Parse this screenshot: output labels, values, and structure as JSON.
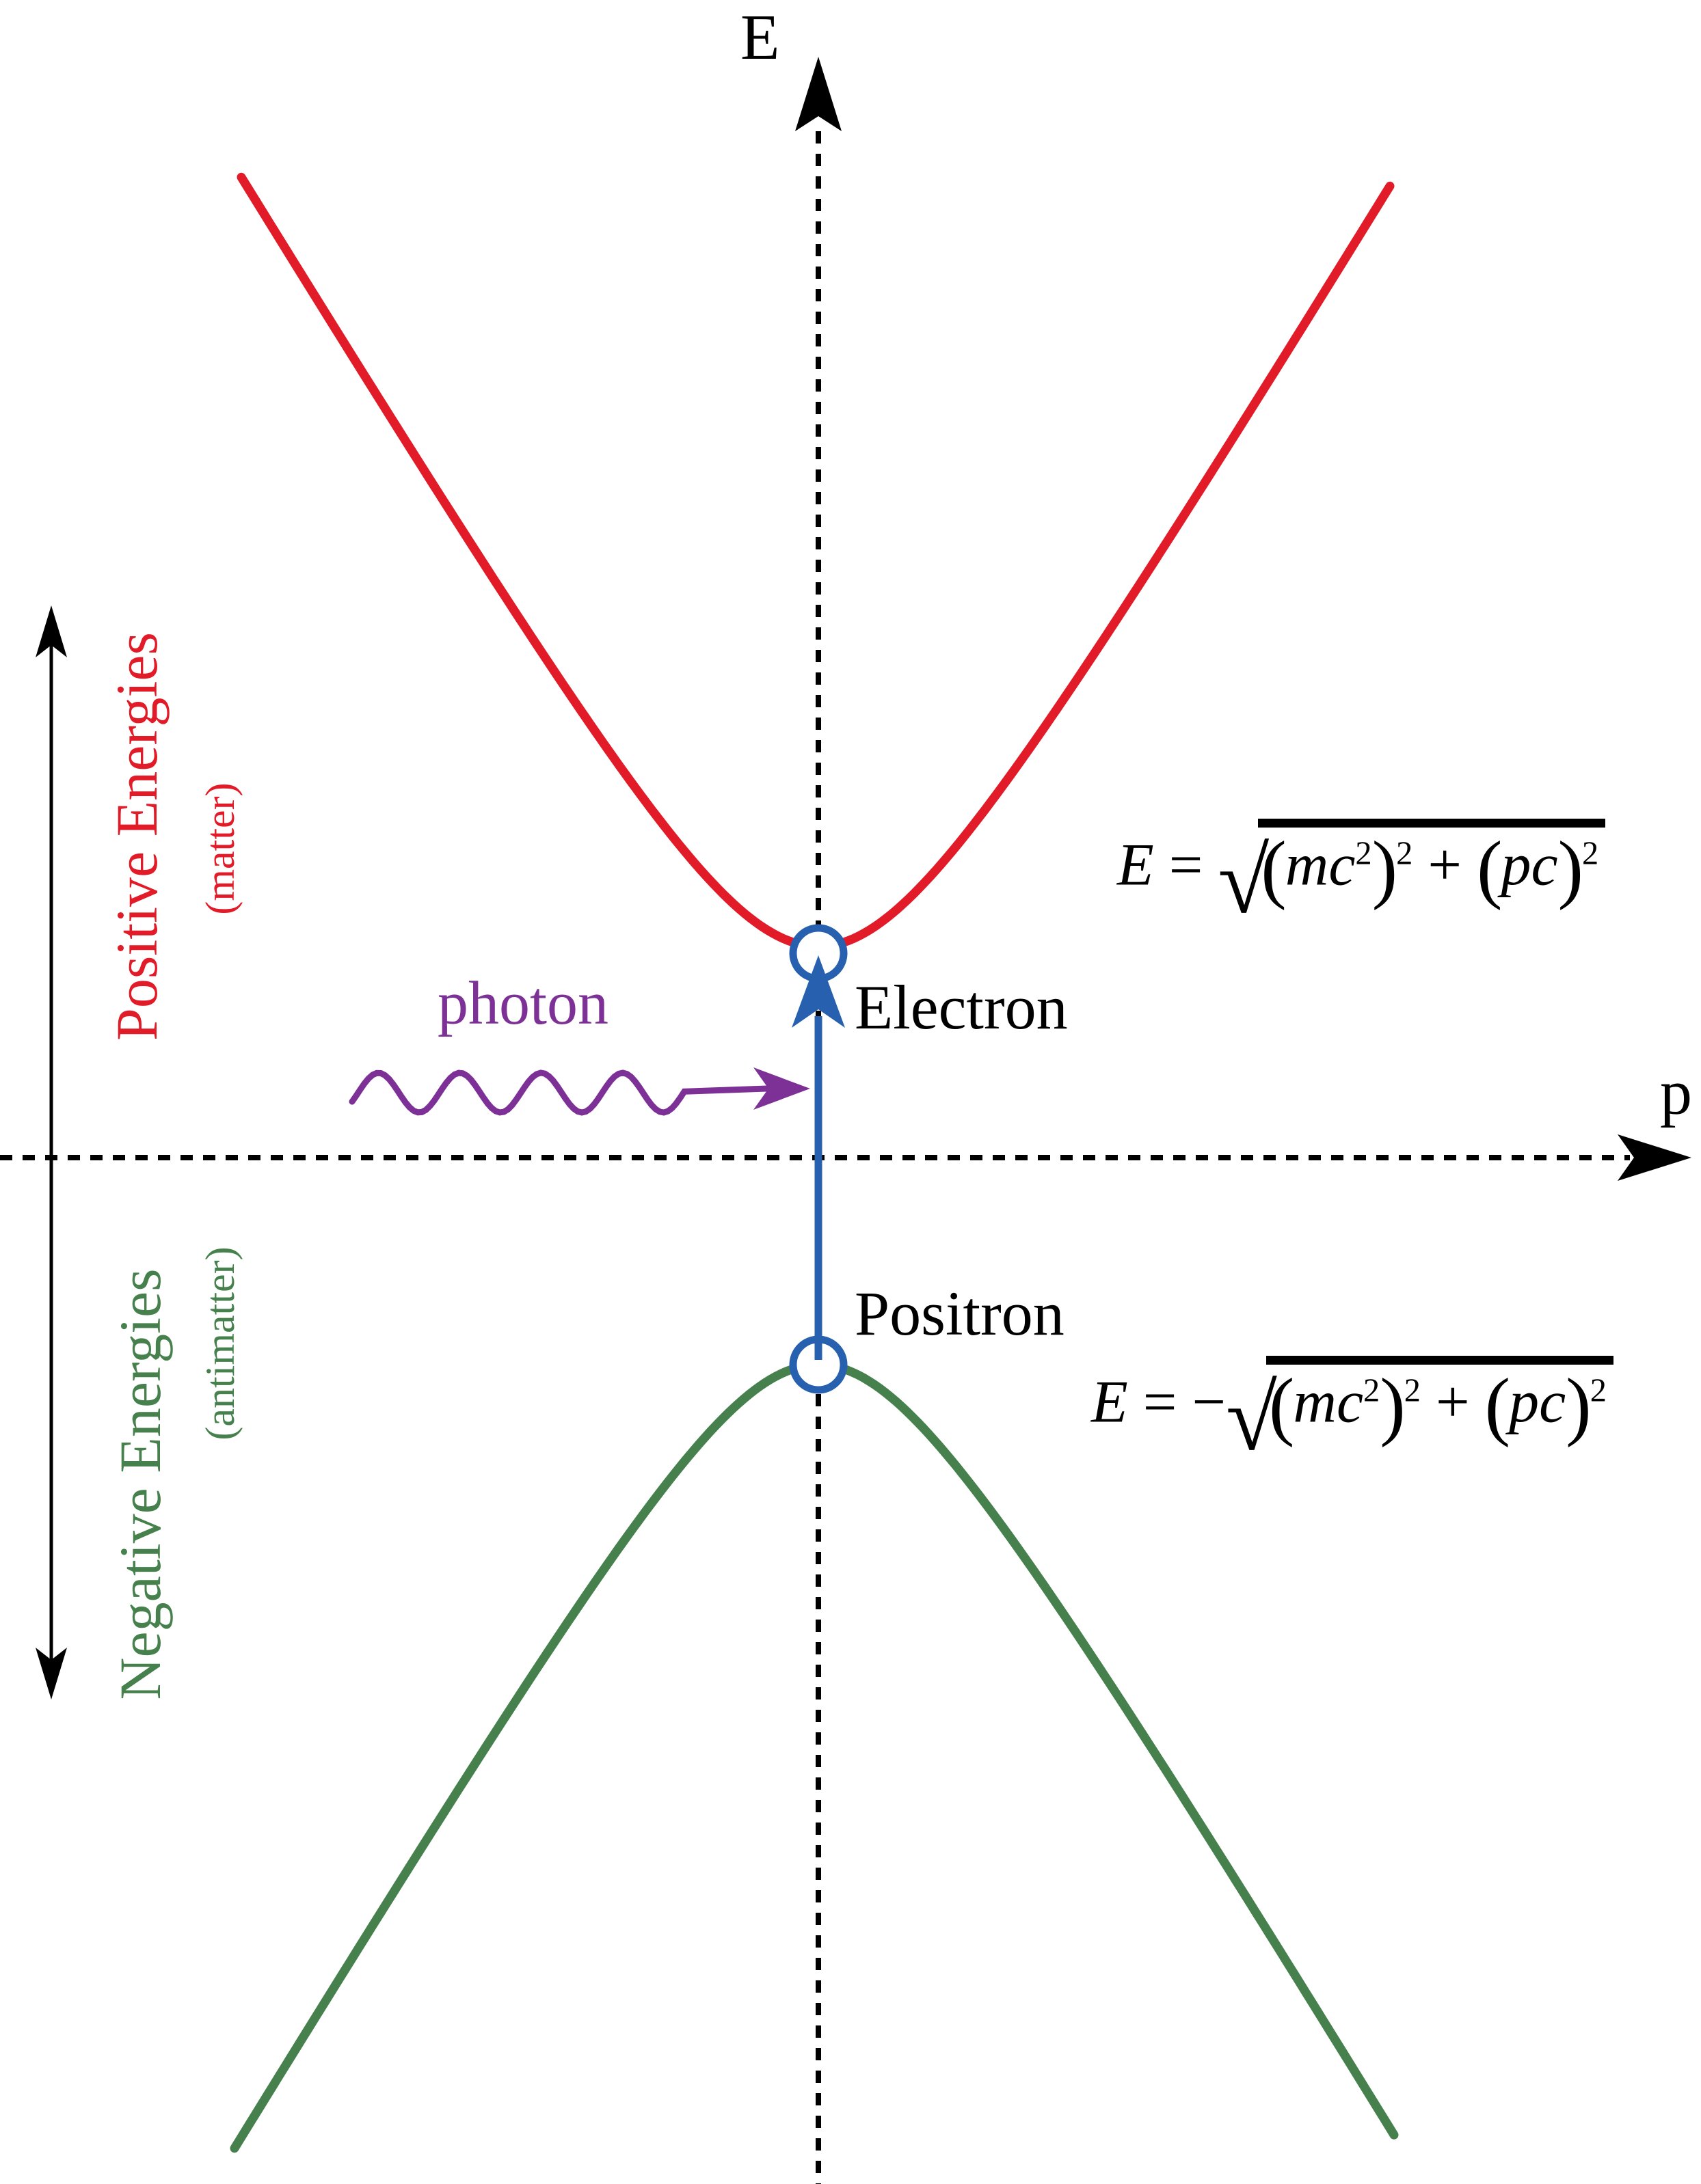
{
  "colors": {
    "red": "#E21B28",
    "green": "#46804C",
    "blue": "#2760AE",
    "purple": "#7D3196",
    "text": "#000000",
    "background": "#FFFFFF"
  },
  "axes": {
    "vertical_label": "E",
    "horizontal_label": "p"
  },
  "labels": {
    "photon": "photon",
    "electron": "Electron",
    "positron": "Positron",
    "positive_energies": "Positive Energies",
    "positive_sub": "(matter)",
    "negative_energies": "Negative Energies",
    "negative_sub": "(antimatter)"
  },
  "formulas": {
    "tokens": {
      "sqrt": "√",
      "open": "(",
      "close": ")",
      "sup": "2",
      "plus": " + ",
      "mc": "mc",
      "pc": "pc"
    },
    "positive": {
      "lhs": "E",
      "eq": " = ",
      "sign": ""
    },
    "negative": {
      "lhs": "E",
      "eq": " = ",
      "sign": "−"
    }
  },
  "chart_data": {
    "type": "line",
    "xlabel": "p",
    "ylabel": "E",
    "grid": false,
    "axis_style": "dashed crossed axes through origin",
    "series": [
      {
        "name": "Positive energy branch",
        "label": "Electron",
        "side_label": "Positive Energies (matter)",
        "equation": "E = +sqrt((mc^2)^2 + (pc)^2)",
        "shape": "upward hyperbola, vertex at (p=0, E=+mc^2)",
        "color": "#E21B28"
      },
      {
        "name": "Negative energy branch",
        "label": "Positron",
        "side_label": "Negative Energies (antimatter)",
        "equation": "E = -sqrt((mc^2)^2 + (pc)^2)",
        "shape": "downward hyperbola, vertex at (p=0, E=-mc^2)",
        "color": "#46804C"
      }
    ],
    "annotations": [
      "photon wavy arrow entering from the left at E slightly above 0",
      "blue vertical transition arrow from Positron vacancy (E=-mc^2) up to Electron state (E=+mc^2), open circles at both states",
      "double-headed vertical arrow at far left spanning positive and negative energy regions"
    ]
  }
}
